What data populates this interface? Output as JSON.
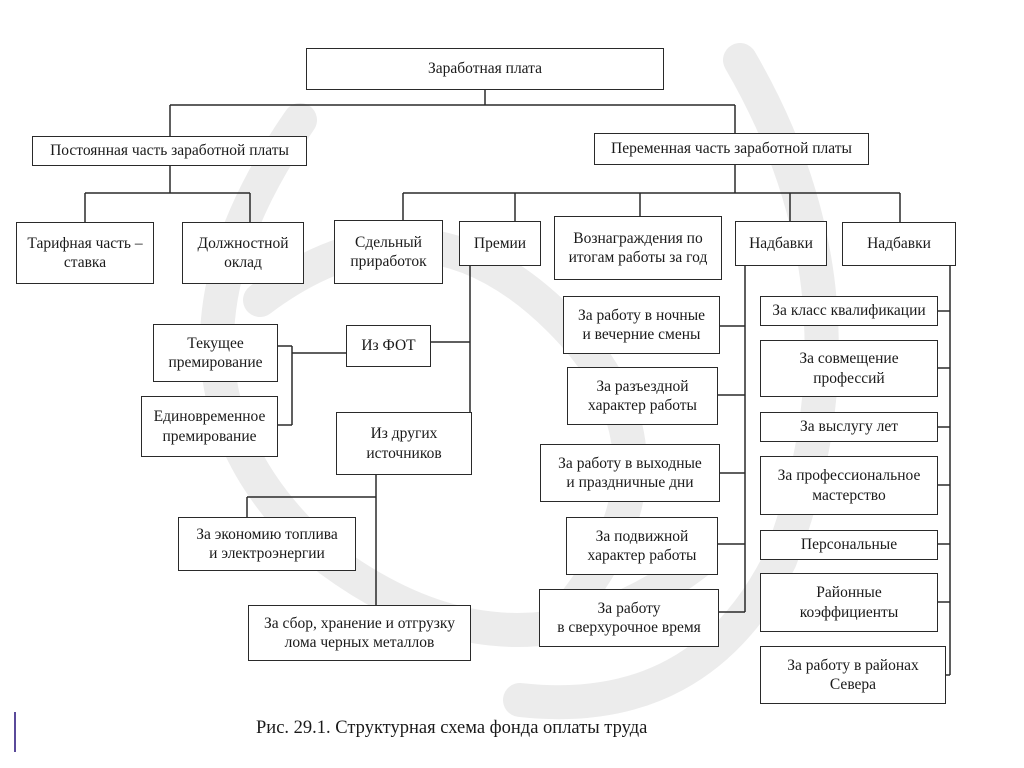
{
  "diagram": {
    "root": "Заработная плата",
    "constant_part": "Постоянная часть заработной платы",
    "variable_part": "Переменная часть заработной платы",
    "tariff": "Тарифная часть –\nставка",
    "salary": "Должностной\nоклад",
    "piecework": "Сдельный\nприработок",
    "bonuses": "Премии",
    "rewards": "Вознаграждения по\nитогам работы за год",
    "allowances_1": "Надбавки",
    "allowances_2": "Надбавки",
    "from_fot": "Из ФОТ",
    "from_other": "Из других\nисточников",
    "current_bonus": "Текущее\nпремирование",
    "one_time_bonus": "Единовременное\nпремирование",
    "fuel_saving": "За экономию топлива\nи электроэнергии",
    "scrap_metal": "За сбор, хранение и отгрузку\nлома черных металлов",
    "night_shifts": "За работу в ночные\nи вечерние смены",
    "traveling": "За разъездной\nхарактер работы",
    "weekends": "За работу в выходные\nи праздничные дни",
    "mobile": "За подвижной\nхарактер работы",
    "overtime": "За работу\nв сверхурочное время",
    "qualification": "За класс квалификации",
    "combining": "За совмещение\nпрофессий",
    "seniority": "За выслугу лет",
    "mastery": "За профессиональное\nмастерство",
    "personal": "Персональные",
    "regional": "Районные\nкоэффициенты",
    "north": "За работу в районах\nСевера"
  },
  "caption": "Рис. 29.1. Структурная схема фонда оплаты труда"
}
